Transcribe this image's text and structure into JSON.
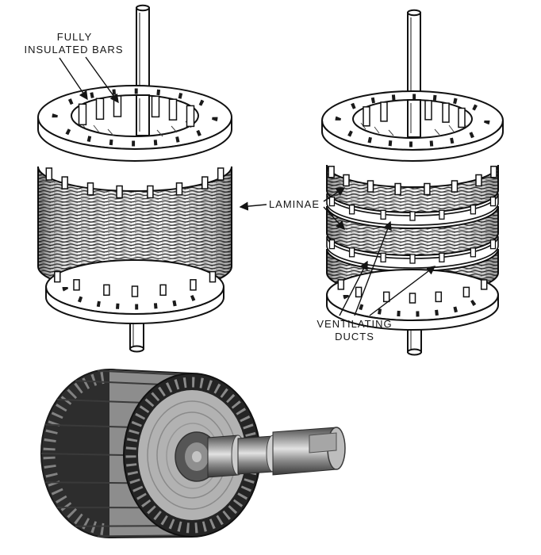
{
  "colors": {
    "background": "#ffffff",
    "ink": "#1a1a1a"
  },
  "labels": {
    "fully_insulated_bars_line1": "FULLY",
    "fully_insulated_bars_line2": "INSULATED BARS",
    "laminae": "LAMINAE",
    "ventilating_ducts_line1": "VENTILATING",
    "ventilating_ducts_line2": "DUCTS"
  }
}
